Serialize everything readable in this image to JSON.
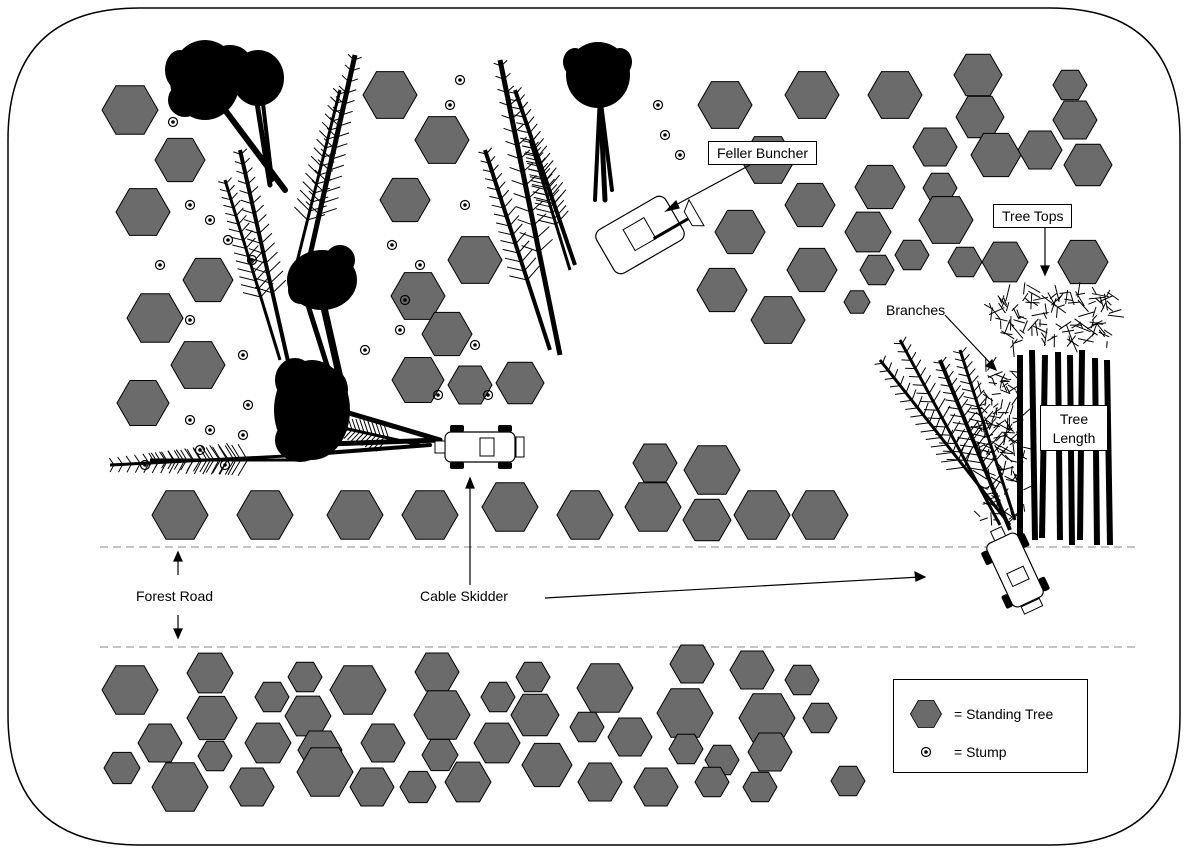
{
  "labels": {
    "feller_buncher": "Feller Buncher",
    "tree_tops": "Tree Tops",
    "branches": "Branches",
    "tree_length_line1": "Tree",
    "tree_length_line2": "Length",
    "forest_road": "Forest Road",
    "cable_skidder": "Cable Skidder"
  },
  "legend": {
    "standing_tree": "= Standing Tree",
    "stump": "= Stump"
  },
  "colors": {
    "standing_tree_fill": "#6b6b6b",
    "outline": "#000000",
    "road_line": "#b0b0b0",
    "foliage": "#000000"
  }
}
